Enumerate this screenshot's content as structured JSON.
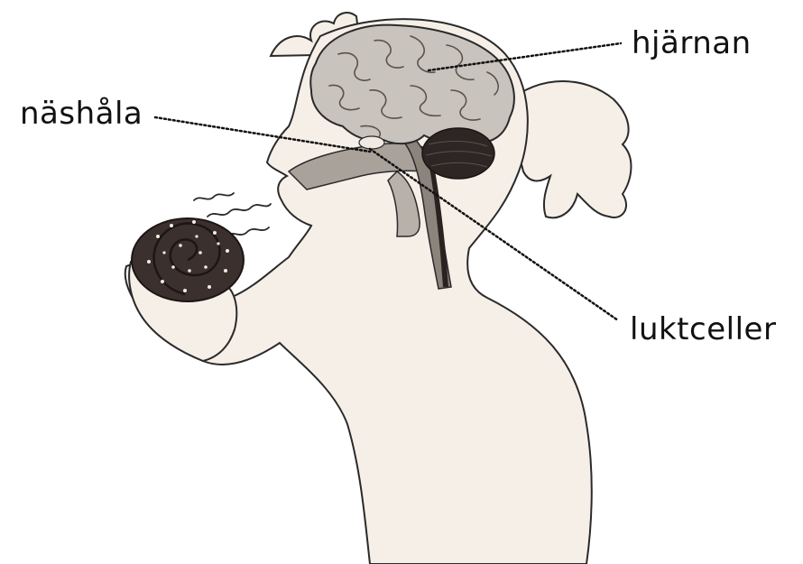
{
  "labels": {
    "brain": "hjärnan",
    "nasal_cavity": "näshåla",
    "olfactory_cells": "luktceller"
  },
  "colors": {
    "skin": "#f6efe8",
    "outline": "#2a2a2a",
    "brain": "#c9c3bd",
    "cerebellum": "#2e2624",
    "nasal_passage": "#a9a29b",
    "pastry": "#3b302d"
  }
}
